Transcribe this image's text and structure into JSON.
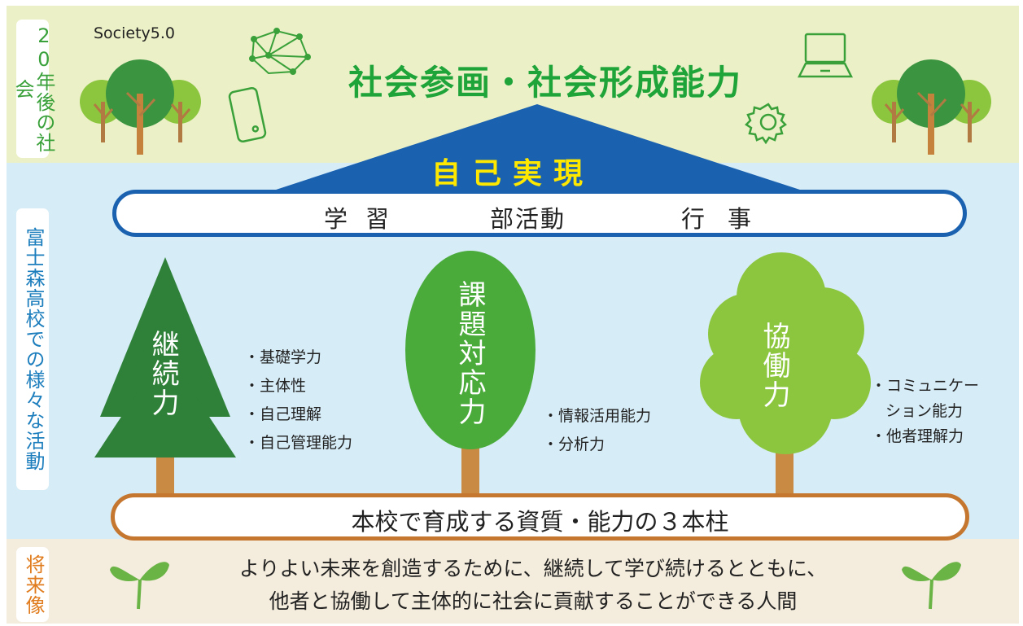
{
  "side_labels": {
    "top": "20年後の社会",
    "middle": "富士森高校での様々な活動",
    "bottom": "将来像"
  },
  "society": {
    "label": "Society5.0",
    "title": "社会参画・社会形成能力"
  },
  "roof": "自己実現",
  "activities": [
    "学習",
    "部活動",
    "行事"
  ],
  "pillars": [
    {
      "name": "継続力",
      "items": [
        "・基礎学力",
        "・主体性",
        "・自己理解",
        "・自己管理能力"
      ]
    },
    {
      "name": "課題対応力",
      "items": [
        "・情報活用能力",
        "・分析力"
      ]
    },
    {
      "name": "協働力",
      "items": [
        "・コミュニケー",
        "ション能力",
        "・他者理解力"
      ]
    }
  ],
  "base": "本校で育成する資質・能力の３本柱",
  "future": {
    "line1": "よりよい未来を創造するために、継続して学び続けるとともに、",
    "line2": "他者と協働して主体的に社会に貢献することができる人間"
  },
  "colors": {
    "top_band": "#ebf0c6",
    "middle_band": "#d6ecf7",
    "bottom_band": "#f4ecdc",
    "roof": "#1a61b0",
    "title_green": "#1fa43a"
  }
}
